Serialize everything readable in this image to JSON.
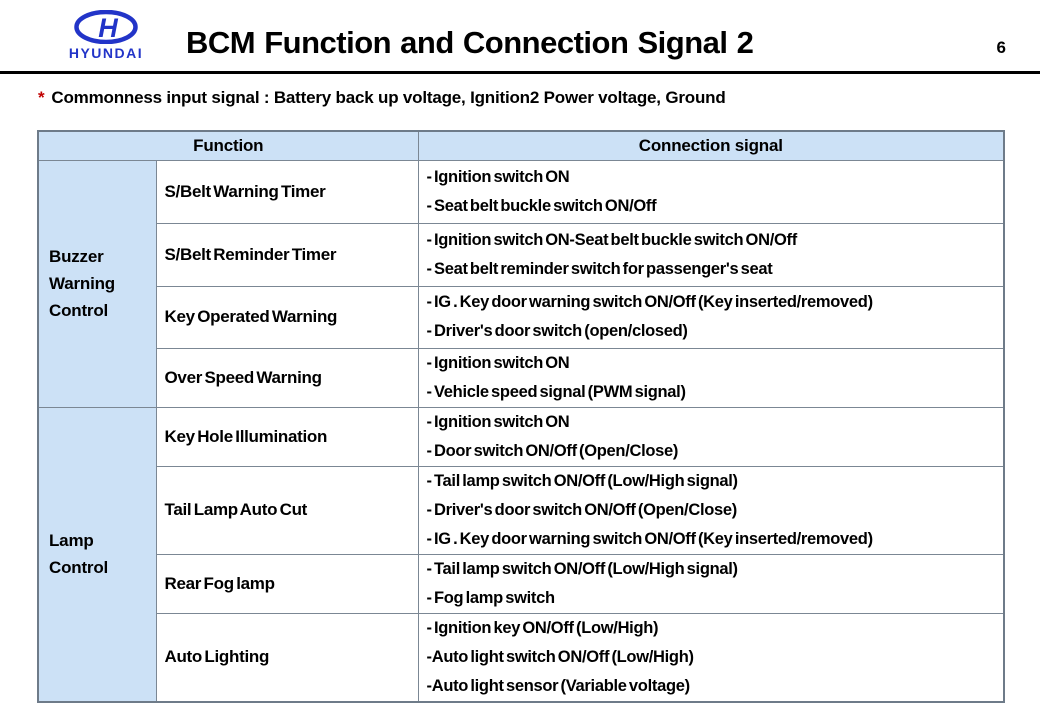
{
  "header": {
    "logo_word": "HYUNDAI",
    "title": "BCM Function and Connection Signal 2",
    "page_number": "6"
  },
  "note": {
    "asterisk": "*",
    "text": "Commonness input signal : Battery back up voltage, Ignition2 Power voltage, Ground"
  },
  "table": {
    "headers": {
      "function": "Function",
      "connection": "Connection signal"
    },
    "groups": [
      {
        "label": "Buzzer Warning Control",
        "rows": [
          {
            "function": "S/Belt Warning Timer",
            "signals": [
              "- Ignition switch ON",
              "- Seat belt buckle switch ON/Off"
            ]
          },
          {
            "function": "S/Belt Reminder Timer",
            "signals": [
              "- Ignition switch ON-Seat belt buckle switch ON/Off",
              "- Seat belt reminder switch for passenger's seat"
            ]
          },
          {
            "function": "Key Operated Warning",
            "signals": [
              "- IG . Key door warning switch ON/Off (Key inserted/removed)",
              "- Driver's door switch (open/closed)"
            ]
          },
          {
            "function": "Over Speed Warning",
            "signals": [
              "- Ignition switch ON",
              "- Vehicle speed signal (PWM signal)"
            ]
          }
        ]
      },
      {
        "label": "Lamp Control",
        "rows": [
          {
            "function": "Key Hole Illumination",
            "signals": [
              "- Ignition switch ON",
              "- Door switch ON/Off (Open/Close)"
            ]
          },
          {
            "function": "Tail Lamp Auto Cut",
            "signals": [
              "- Tail lamp switch ON/Off (Low/High signal)",
              "- Driver's door switch ON/Off (Open/Close)",
              "- IG . Key door warning switch ON/Off (Key inserted/removed)"
            ]
          },
          {
            "function": "Rear Fog lamp",
            "signals": [
              "- Tail lamp switch ON/Off (Low/High signal)",
              "- Fog lamp switch"
            ]
          },
          {
            "function": "Auto Lighting",
            "signals": [
              "- Ignition key ON/Off (Low/High)",
              "-Auto light switch ON/Off (Low/High)",
              "-Auto light sensor (Variable voltage)"
            ]
          }
        ]
      }
    ]
  },
  "colors": {
    "header_fill": "#cce1f6",
    "accent_red": "#c00000",
    "logo_blue": "#2234c8",
    "border_gray": "#7b8794",
    "outer_border": "#6e7b89"
  }
}
